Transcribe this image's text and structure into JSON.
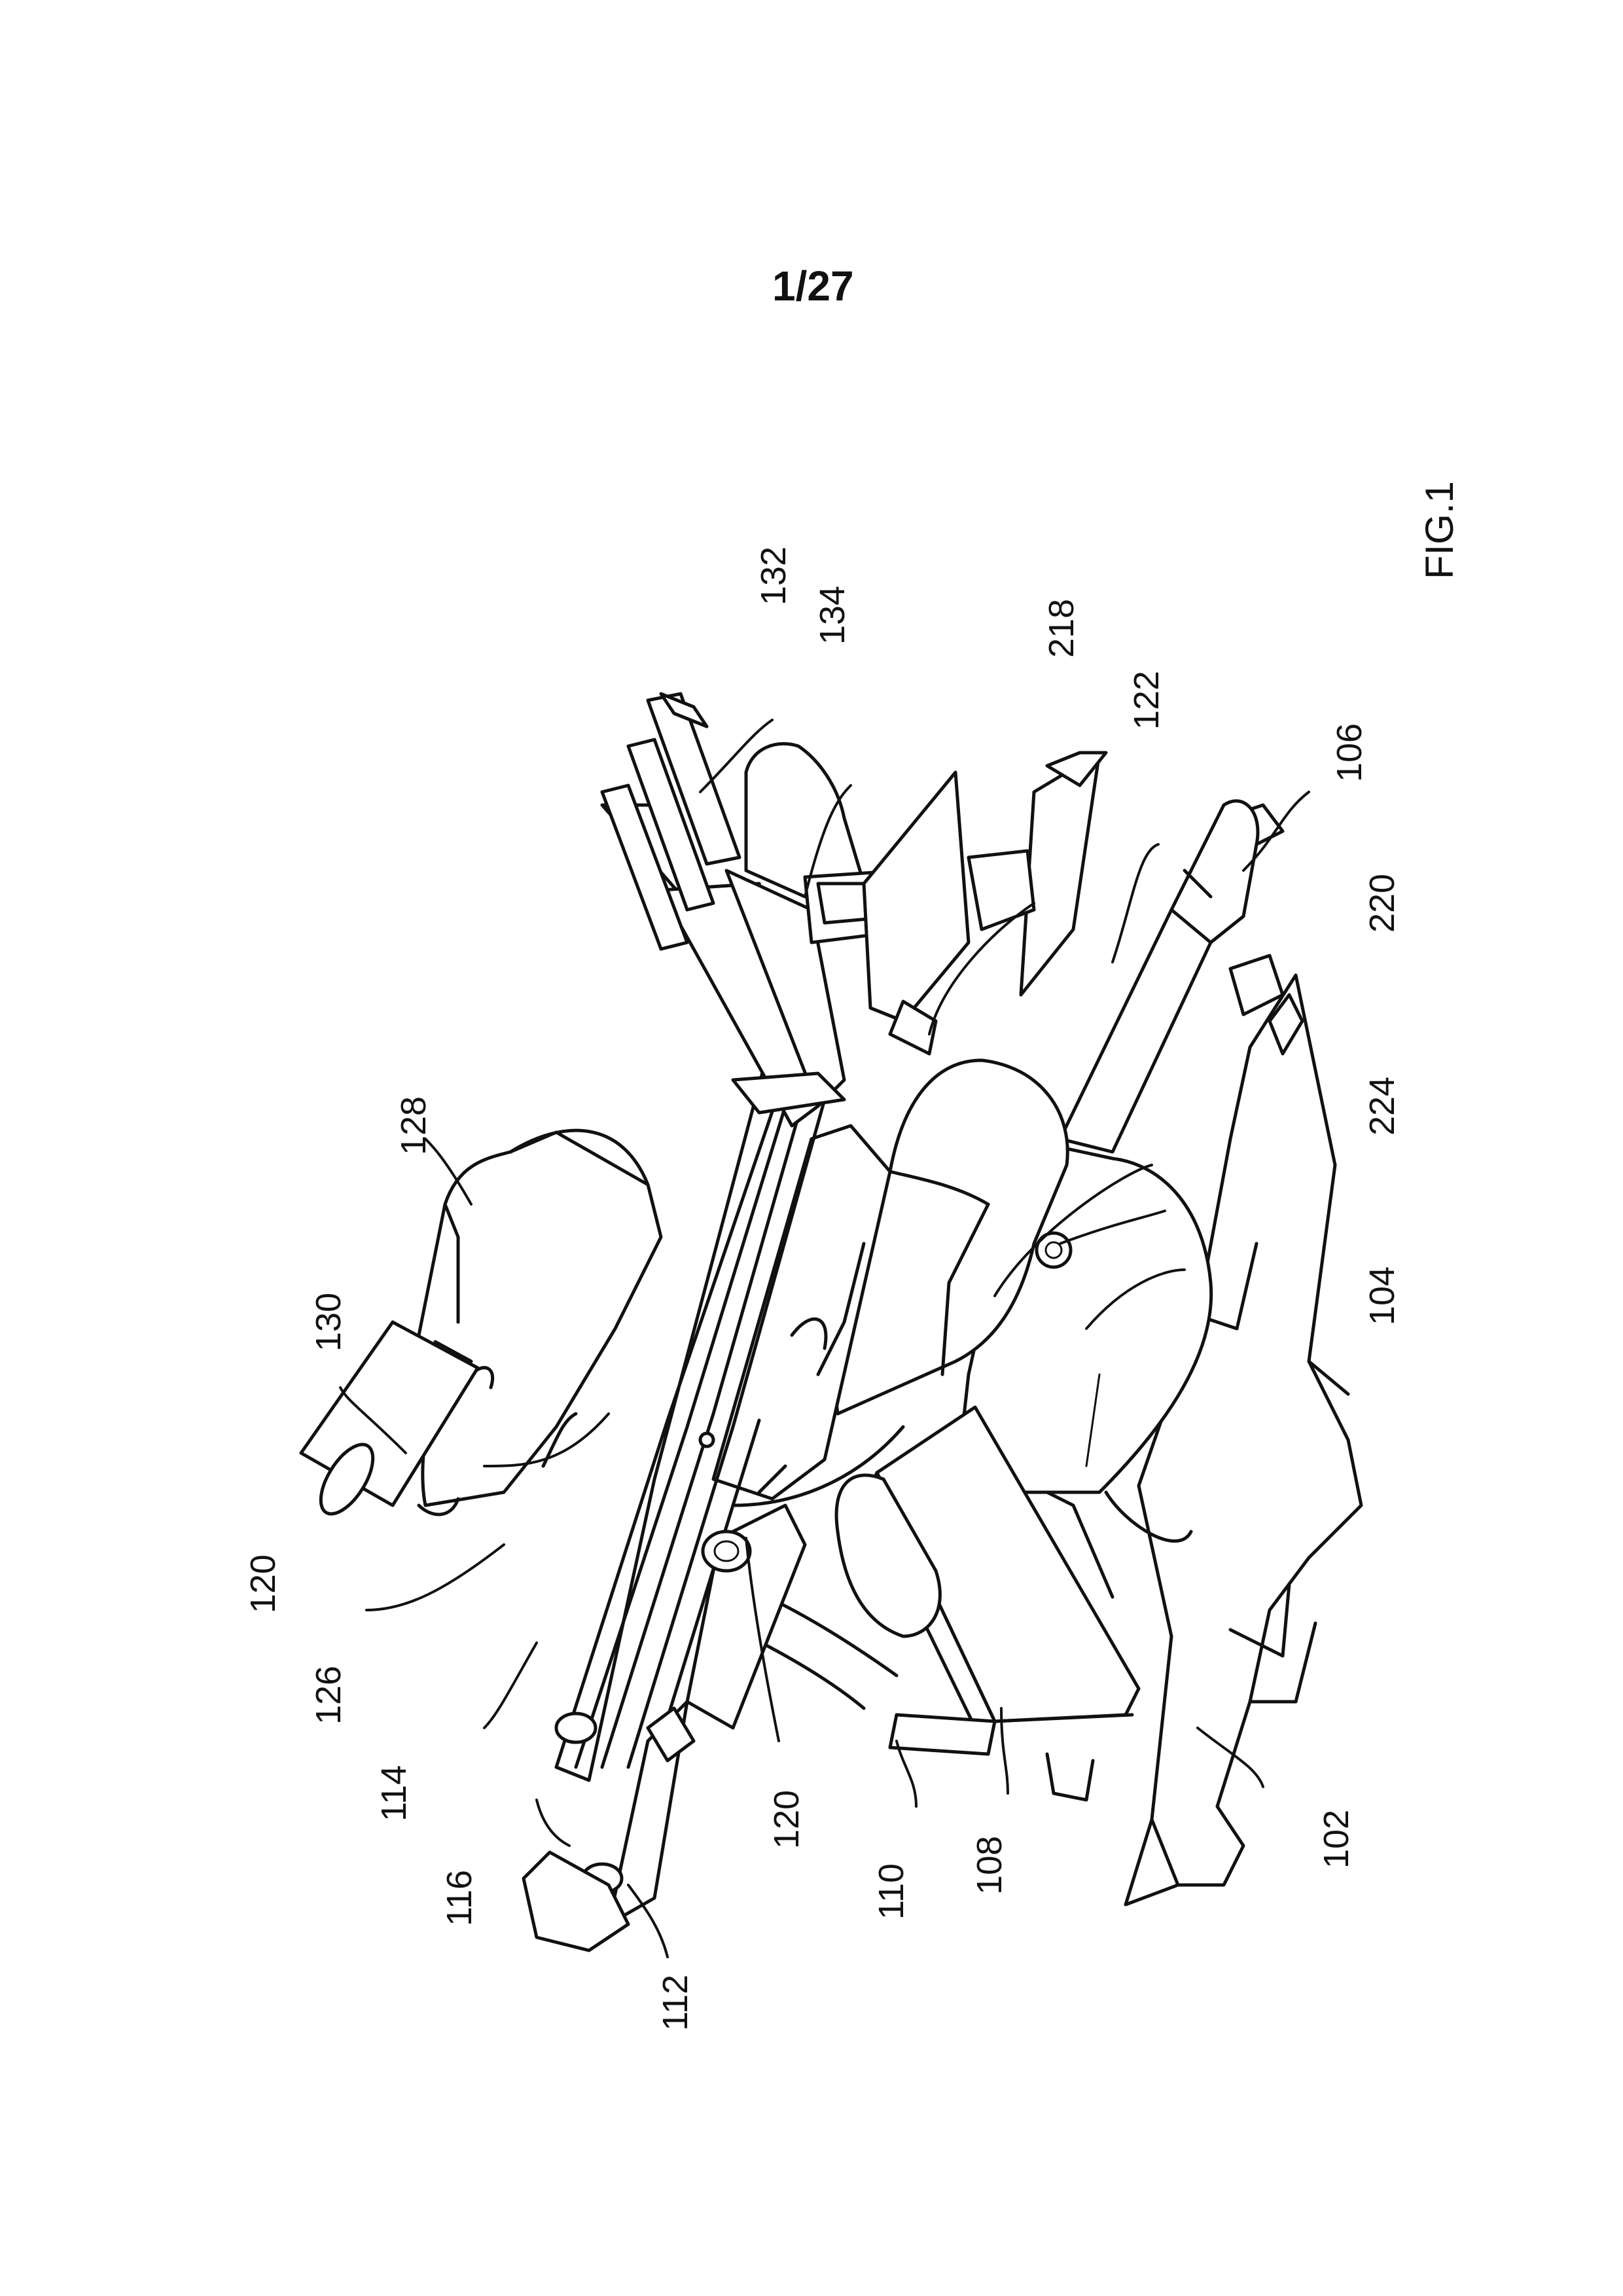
{
  "sheet": {
    "number": "1/27"
  },
  "figure": {
    "label": "FIG.1",
    "references": [
      "130",
      "128",
      "132",
      "134",
      "218",
      "122",
      "106",
      "220",
      "224",
      "104",
      "102",
      "108",
      "110",
      "120",
      "112",
      "116",
      "114",
      "126"
    ]
  }
}
